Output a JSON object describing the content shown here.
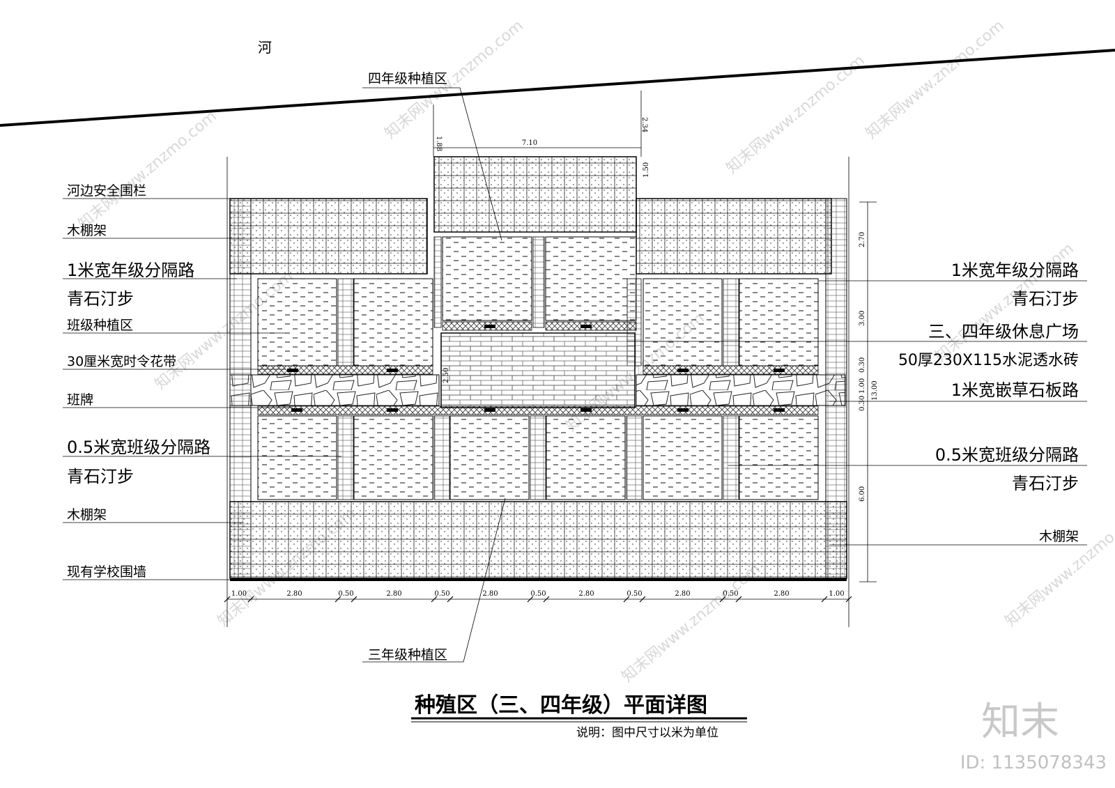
{
  "river_label": "河",
  "top_label": "四年级种植区",
  "bottom_label": "三年级种植区",
  "left_labels": [
    "河边安全围栏",
    "木棚架",
    "1米宽年级分隔路",
    "青石汀步",
    "班级种植区",
    "30厘米宽时令花带",
    "班牌",
    "0.5米宽班级分隔路",
    "青石汀步",
    "木棚架",
    "现有学校围墙"
  ],
  "right_labels": [
    "1米宽年级分隔路",
    "青石汀步",
    "三、四年级休息广场",
    "50厚230X115水泥透水砖",
    "1米宽嵌草石板路",
    "0.5米宽班级分隔路",
    "青石汀步",
    "木棚架"
  ],
  "dims": {
    "top_width": "7.10",
    "top_left_h": "1.88",
    "top_right_h": "2.34",
    "top_depth": "1.50",
    "right_col": [
      "2.70",
      "3.00",
      "0.30",
      "1.00",
      "0.30",
      "6.00"
    ],
    "overall": "13.00",
    "plaza_h": "2.50",
    "bottom": [
      "1.00",
      "2.80",
      "0.50",
      "2.80",
      "0.50",
      "2.80",
      "0.50",
      "2.80",
      "0.50",
      "2.80",
      "0.50",
      "2.80",
      "1.00"
    ]
  },
  "title": "种殖区（三、四年级）平面详图",
  "note": "说明：图中尺寸以米为单位",
  "brand": "知末",
  "id_text": "ID: 1135078343",
  "watermark": "知末网www.znzmo.com"
}
